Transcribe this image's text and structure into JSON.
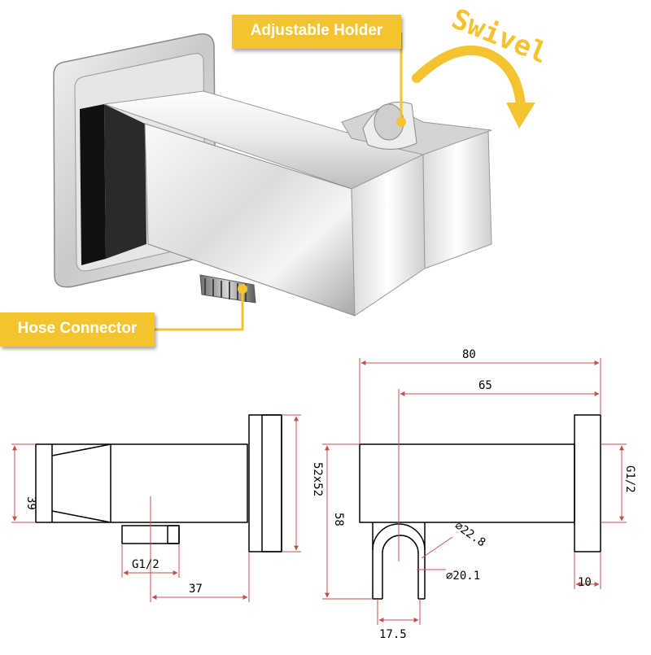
{
  "callouts": {
    "adjustable_holder": "Adjustable Holder",
    "hose_connector": "Hose Connector",
    "swivel": "Swivel"
  },
  "dimensions": {
    "side_view": {
      "height": "39",
      "flange_size": "52x52",
      "thread": "G1/2",
      "depth": "37"
    },
    "front_view": {
      "total_length": "80",
      "center_length": "65",
      "height": "58",
      "thread": "G1/2",
      "outer_diameter": "⌀22.8",
      "inner_diameter": "⌀20.1",
      "slot_width": "17.5",
      "flange_thickness": "10"
    }
  },
  "colors": {
    "callout": "#f4c430",
    "dimension_line": "#c0504d",
    "outline": "#000000",
    "leader": "#f4c430"
  }
}
